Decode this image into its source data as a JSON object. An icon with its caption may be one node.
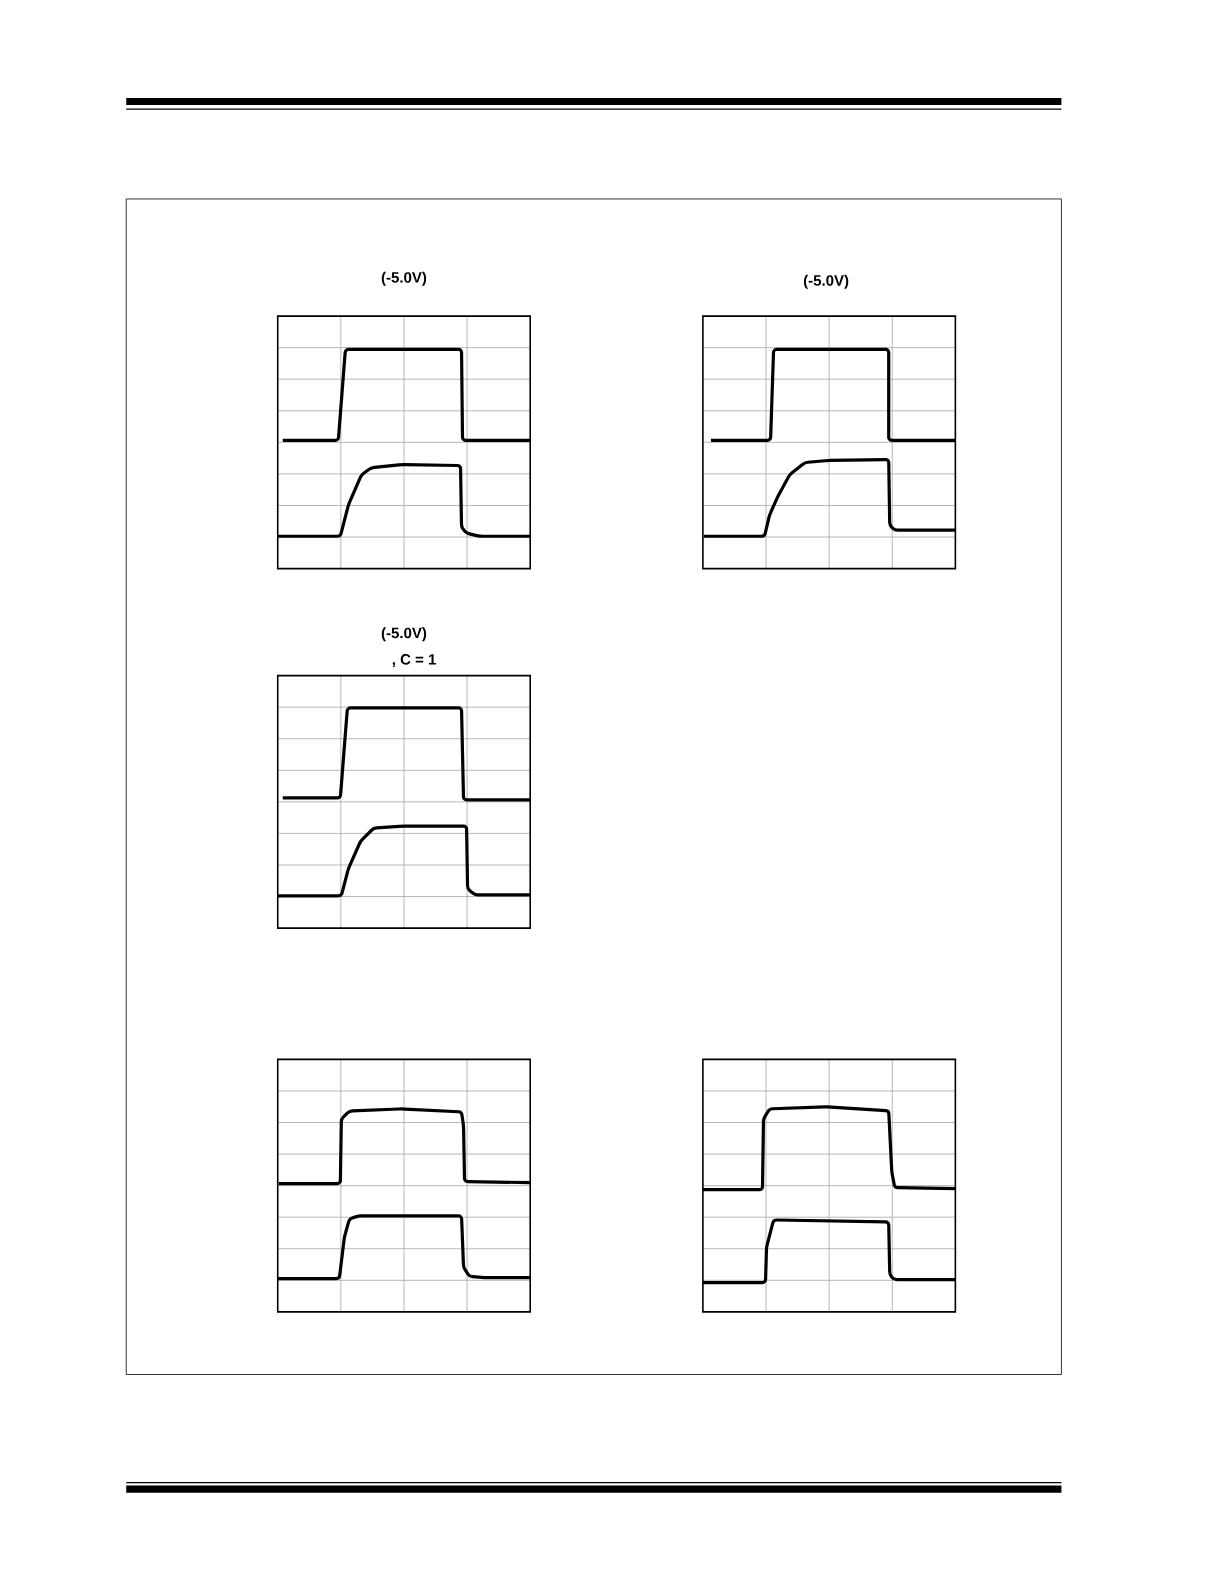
{
  "diagram": {
    "labels": [
      "(-5.0V)",
      "(-5.0V)",
      "(-5.0V)",
      ", C = 1"
    ]
  }
}
